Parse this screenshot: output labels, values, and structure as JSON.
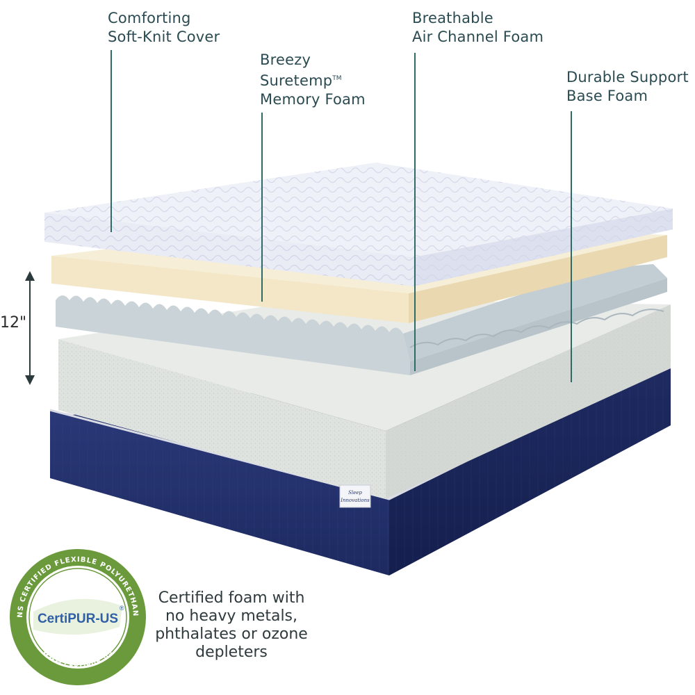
{
  "layers": [
    {
      "id": "cover",
      "lines": [
        "Comforting",
        "Soft-Knit Cover"
      ],
      "color": "#e9ebf5"
    },
    {
      "id": "memory",
      "lines": [
        "Breezy",
        "Suretemp",
        "Memory Foam"
      ],
      "trademark": "TM",
      "color": "#f3e7c8"
    },
    {
      "id": "air",
      "lines": [
        "Breathable",
        "Air Channel Foam"
      ],
      "color": "#c9d3d8"
    },
    {
      "id": "support",
      "lines": [
        "Durable Support",
        "Base Foam"
      ],
      "color": "#dfe3df"
    }
  ],
  "height_label": "12\"",
  "base_color": "#23306b",
  "brand_tag": [
    "Sleep",
    "Innovations"
  ],
  "certipur": {
    "logo_text": "CertiPUR-US",
    "registered": "®",
    "ring_text_top": "CONTAINS CERTIFIED FLEXIBLE POLYURETHANE FOAM",
    "ring_text_bottom": "WWW.CERTIPUR.US",
    "ring_color": "#6a9a3c"
  },
  "cert_statement": [
    "Certified foam with",
    "no heavy metals,",
    "phthalates or ozone",
    "depleters"
  ]
}
